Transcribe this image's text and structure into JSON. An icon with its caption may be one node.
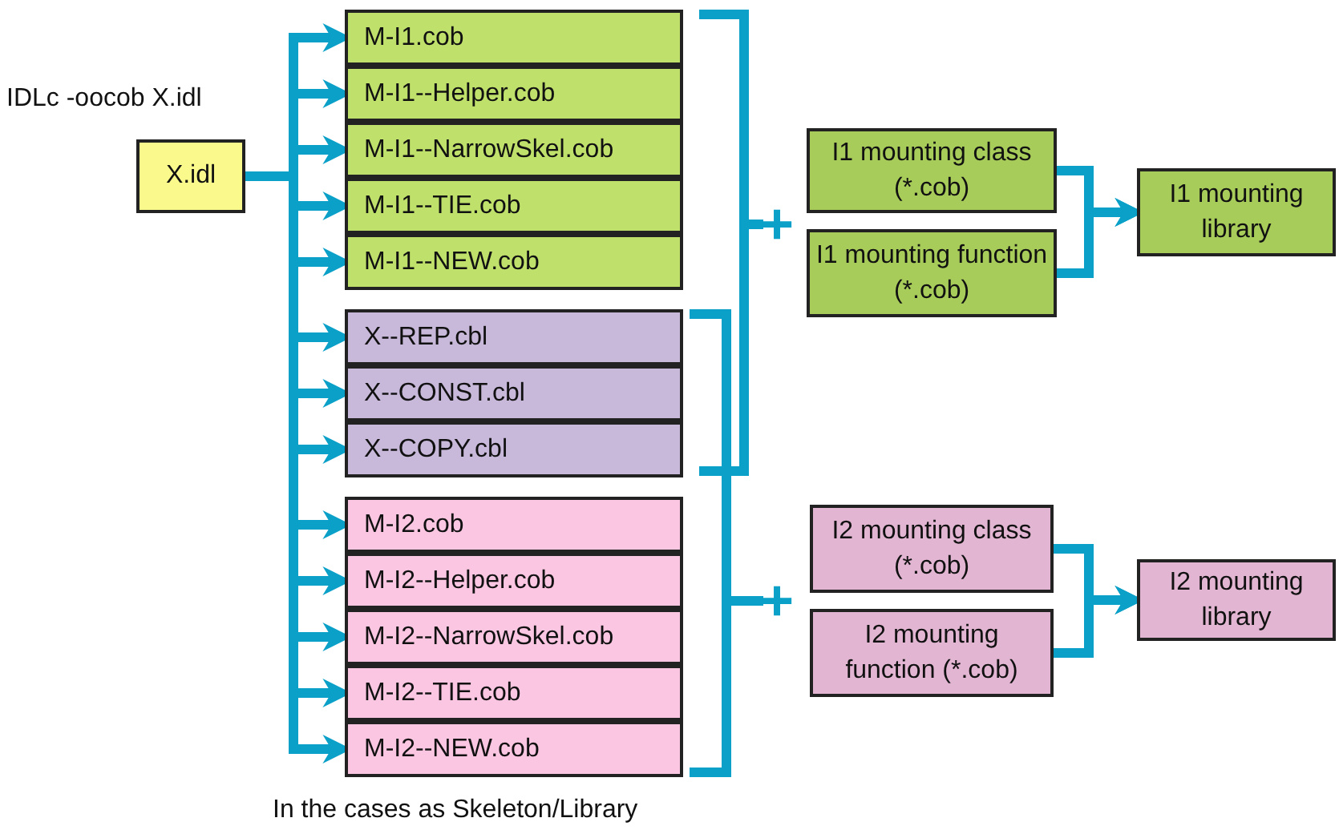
{
  "diagram": {
    "nodes": [
      {
        "text": [
          "X.idl"
        ],
        "beside": [
          "IDLc -oocob X.idl"
        ]
      },
      {
        "text": [
          "M-I1.cob"
        ]
      },
      {
        "text": [
          "M-I1--Helper.cob"
        ]
      },
      {
        "text": [
          "M-I1--NarrowSkel.cob"
        ]
      },
      {
        "text": [
          "M-I1--TIE.cob"
        ]
      },
      {
        "text": [
          "M-I1--NEW.cob"
        ]
      },
      {
        "text": [
          "X--REP.cbl"
        ]
      },
      {
        "text": [
          "X--CONST.cbl"
        ]
      },
      {
        "text": [
          "X--COPY.cbl"
        ]
      },
      {
        "text": [
          "M-I2.cob"
        ]
      },
      {
        "text": [
          "M-I2--Helper.cob"
        ]
      },
      {
        "text": [
          "M-I2--NarrowSkel.cob"
        ]
      },
      {
        "text": [
          "M-I2--TIE.cob"
        ]
      },
      {
        "text": [
          "M-I2--NEW.cob"
        ]
      },
      {
        "text": [
          "I1 mounting class (*.cob)"
        ]
      },
      {
        "text": [
          "I1 mounting function (*.cob)"
        ]
      },
      {
        "text": [
          "I1 mounting library"
        ]
      },
      {
        "text": [
          "I2 mounting class (*.cob)"
        ]
      },
      {
        "text": [
          "I2 mounting function (*.cob)"
        ]
      },
      {
        "text": [
          "I2 mounting library"
        ]
      }
    ],
    "edges": [
      {
        "from": 0,
        "to": 1,
        "arrow": "to"
      },
      {
        "from": 0,
        "to": 2,
        "arrow": "to"
      },
      {
        "from": 0,
        "to": 3,
        "arrow": "to"
      },
      {
        "from": 0,
        "to": 4,
        "arrow": "to"
      },
      {
        "from": 0,
        "to": 5,
        "arrow": "to"
      },
      {
        "from": 0,
        "to": 6,
        "arrow": "to"
      },
      {
        "from": 0,
        "to": 7,
        "arrow": "to"
      },
      {
        "from": 0,
        "to": 8,
        "arrow": "to"
      },
      {
        "from": 0,
        "to": 9,
        "arrow": "to"
      },
      {
        "from": 0,
        "to": 10,
        "arrow": "to"
      },
      {
        "from": 0,
        "to": 11,
        "arrow": "to"
      },
      {
        "from": 0,
        "to": 12,
        "arrow": "to"
      },
      {
        "from": 0,
        "to": 13,
        "arrow": "to"
      },
      {
        "from": 14,
        "to": 16,
        "arrow": "to"
      },
      {
        "from": 15,
        "to": 16,
        "arrow": "to"
      },
      {
        "from": 17,
        "to": 19,
        "arrow": "to"
      },
      {
        "from": 18,
        "to": 19,
        "arrow": "to"
      }
    ],
    "labels": [
      "+",
      "+",
      "In the cases as Skeleton/Library"
    ]
  }
}
